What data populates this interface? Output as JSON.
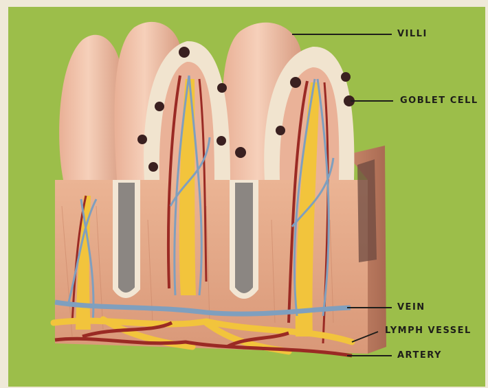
{
  "labels": {
    "villi": "VILLI",
    "goblet_cell": "GOBLET CELL",
    "vein": "VEIN",
    "lymph_vessel": "LYMPH VESSEL",
    "artery": "ARTERY"
  },
  "colors": {
    "background": "#9cbe4a",
    "tissue": "#e6aa88",
    "villus": "#f0c2a8",
    "vein": "#7f9fbe",
    "lymph": "#f2c43c",
    "artery": "#9a2a24",
    "goblet": "#3a2020"
  }
}
